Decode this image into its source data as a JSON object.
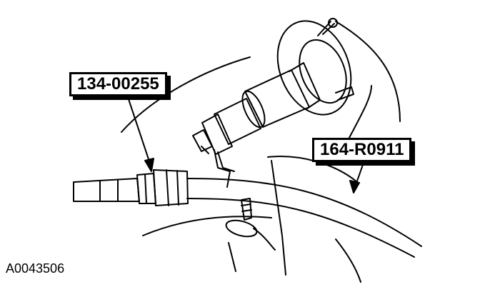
{
  "callouts": {
    "tool_upper": "134-00255",
    "tool_lower": "164-R0911"
  },
  "figure_id": "A0043506",
  "colors": {
    "line": "#000000",
    "background": "#ffffff"
  }
}
